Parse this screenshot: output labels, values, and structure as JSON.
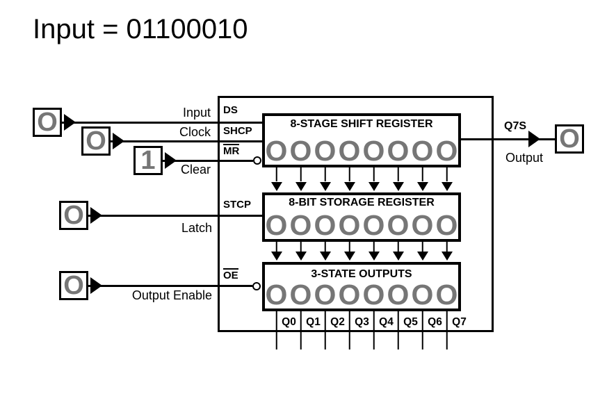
{
  "title": "Input = 01100010",
  "signals": {
    "input": {
      "label": "Input",
      "pin": "DS",
      "value": "O"
    },
    "clock": {
      "label": "Clock",
      "pin": "SHCP",
      "value": "O"
    },
    "clear": {
      "label": "Clear",
      "pin": "MR",
      "value": "1"
    },
    "latch": {
      "label": "Latch",
      "pin": "STCP",
      "value": "O"
    },
    "output_enable": {
      "label": "Output Enable",
      "pin": "OE",
      "value": "O"
    }
  },
  "registers": {
    "shift": {
      "title": "8-STAGE SHIFT REGISTER",
      "bits": [
        "O",
        "O",
        "O",
        "O",
        "O",
        "O",
        "O",
        "O"
      ]
    },
    "storage": {
      "title": "8-BIT STORAGE REGISTER",
      "bits": [
        "O",
        "O",
        "O",
        "O",
        "O",
        "O",
        "O",
        "O"
      ]
    },
    "tristate": {
      "title": "3-STATE OUTPUTS",
      "bits": [
        "O",
        "O",
        "O",
        "O",
        "O",
        "O",
        "O",
        "O"
      ]
    }
  },
  "output": {
    "pin": "Q7S",
    "label": "Output",
    "value": "O"
  },
  "output_pins": [
    "Q0",
    "Q1",
    "Q2",
    "Q3",
    "Q4",
    "Q5",
    "Q6",
    "Q7"
  ],
  "colors": {
    "line": "#000000",
    "bit_gray": "#767676"
  }
}
